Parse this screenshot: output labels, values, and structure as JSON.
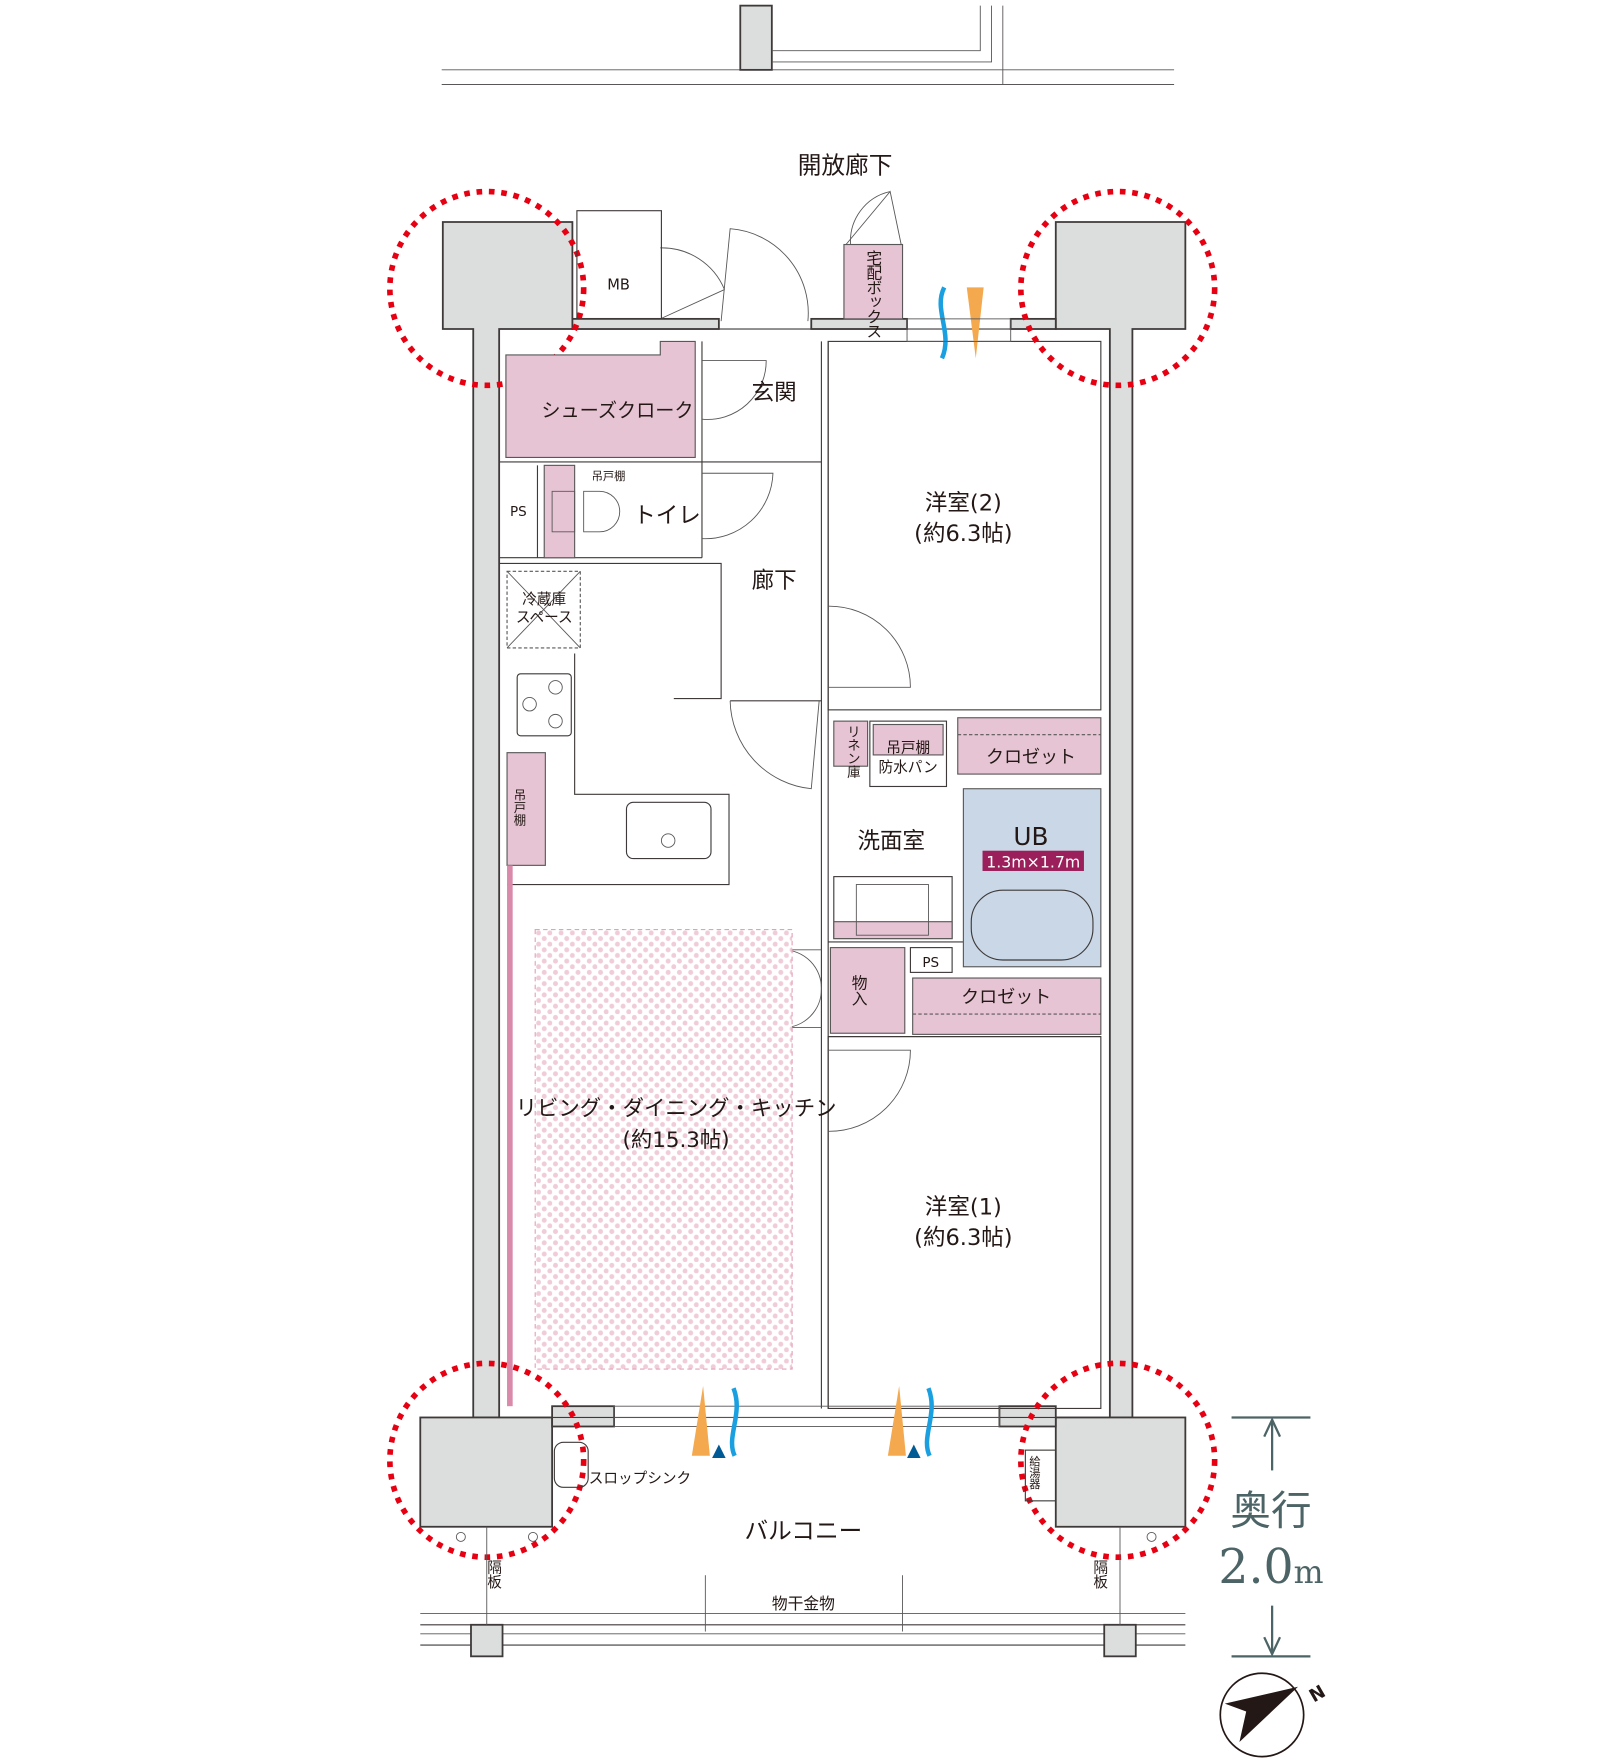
{
  "plan": {
    "corridor_label": "開放廊下",
    "mb_label": "MB",
    "delivery_box_label": "宅配ボックス",
    "rooms": {
      "shoe_closet": "シューズクローク",
      "entrance": "玄関",
      "ps_top": "PS",
      "hanging_shelf_toilet": "吊戸棚",
      "toilet": "トイレ",
      "hallway": "廊下",
      "western2_name": "洋室(2)",
      "western2_size": "(約6.3帖)",
      "fridge_line1": "冷蔵庫",
      "fridge_line2": "スペース",
      "hanging_shelf_kitchen": "吊戸棚",
      "linen": "リネン庫",
      "hanging_shelf_wash": "吊戸棚",
      "waterproof_pan": "防水パン",
      "closet_upper": "クロゼット",
      "washroom": "洗面室",
      "ub_label": "UB",
      "ub_size": "1.3m×1.7m",
      "ps_mid": "PS",
      "storage": "物入",
      "closet_lower": "クロゼット",
      "ldk_name": "リビング・ダイニング・キッチン",
      "ldk_size": "(約15.3帖)",
      "western1_name": "洋室(1)",
      "western1_size": "(約6.3帖)"
    },
    "balcony": {
      "label": "バルコニー",
      "slop_sink": "スロップシンク",
      "water_heater": "給湯器",
      "partition_left": "隔板",
      "partition_right": "隔板",
      "drying_hardware": "物干金物"
    },
    "depth": {
      "label": "奥行",
      "value": "2.0",
      "unit": "m"
    },
    "north_label": "N"
  },
  "colors": {
    "storage_pink": "#e6c4d3",
    "bath_blue": "#c9d7e6",
    "ub_badge": "#9b1f5a",
    "highlight_red": "#e60012",
    "air_in": "#1aa0e0",
    "air_out": "#f4a94e",
    "dimension": "#4d6466"
  }
}
